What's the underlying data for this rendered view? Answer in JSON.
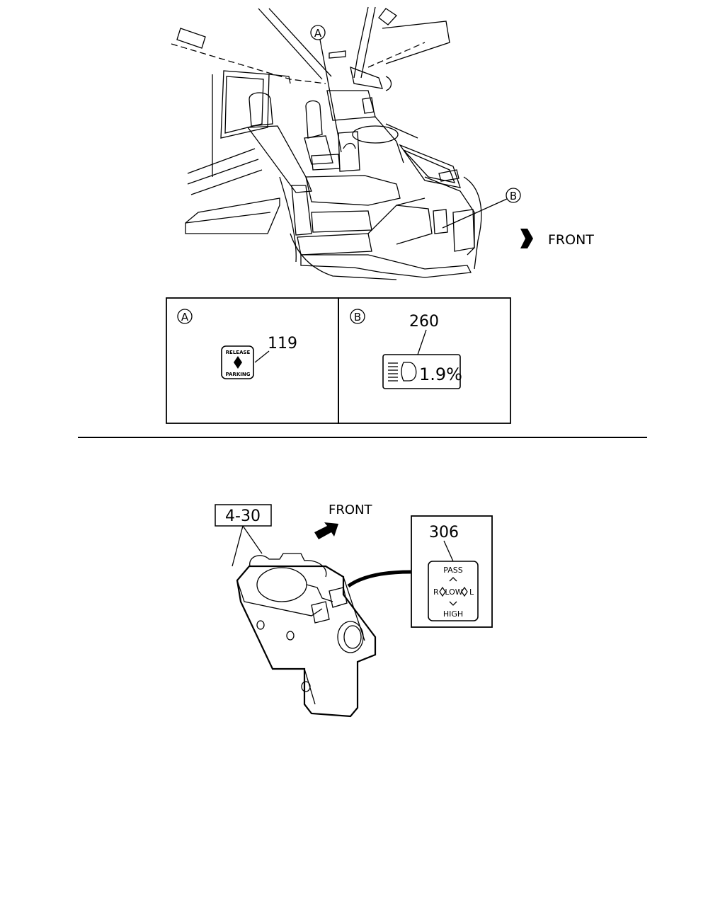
{
  "top_view": {
    "callout_a": "A",
    "callout_b": "B",
    "front_label": "FRONT"
  },
  "detail_a": {
    "marker": "A",
    "part_number": "119",
    "label_release": "RELEASE",
    "label_parking": "PARKING"
  },
  "detail_b": {
    "marker": "B",
    "part_number": "260",
    "display_text": "1.9%"
  },
  "bottom_view": {
    "ref_box": "4-30",
    "front_label": "FRONT",
    "part_number": "306",
    "label_pass": "PASS",
    "label_r": "R",
    "label_low": "LOW",
    "label_l": "L",
    "label_high": "HIGH"
  }
}
